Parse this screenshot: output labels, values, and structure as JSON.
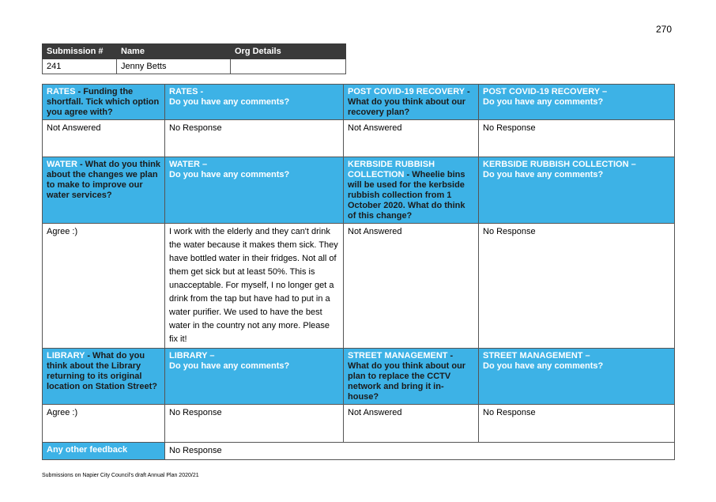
{
  "page_number": "270",
  "submission": {
    "headers": [
      "Submission #",
      "Name",
      "Org Details"
    ],
    "values": [
      "241",
      "Jenny Betts",
      ""
    ]
  },
  "rates": {
    "q1_topic": "RATES",
    "q1_text": " - Funding the shortfall. Tick which option you agree with?",
    "q1_answer": "Not Answered",
    "q2_topic": "RATES -",
    "q2_text": "Do you have any comments?",
    "q2_answer": "No Response"
  },
  "covid": {
    "q1_topic": "POST COVID-19 RECOVERY",
    "q1_text": " - What do you think about our recovery plan?",
    "q1_answer": "Not Answered",
    "q2_topic": "POST COVID-19 RECOVERY –",
    "q2_text": "Do you have any comments?",
    "q2_answer": "No Response"
  },
  "water": {
    "q1_topic": "WATER",
    "q1_text": " - What do you think about the changes we plan to make to improve our water services?",
    "q1_answer": "Agree :)",
    "q2_topic": "WATER –",
    "q2_text": "Do you have any comments?",
    "q2_answer": "I work with the elderly and they can't drink the water because it makes them sick. They have bottled water in their fridges. Not all of them get sick but at least 50%. This is unacceptable.  For myself, I no longer get a drink from the tap but have had to put in a water purifier.  We used to have the best water in the country not any more. Please fix it!"
  },
  "kerbside": {
    "q1_topic": "KERBSIDE RUBBISH COLLECTION",
    "q1_text": " - Wheelie bins will be used for the kerbside rubbish collection from 1 October 2020. What do think of this change?",
    "q1_answer": "Not Answered",
    "q2_topic": "KERBSIDE RUBBISH COLLECTION –",
    "q2_text": "Do you have any comments?",
    "q2_answer": "No Response"
  },
  "library": {
    "q1_topic": "LIBRARY",
    "q1_text": " - What do you think about the Library returning to its original location on Station Street?",
    "q1_answer": "Agree :)",
    "q2_topic": "LIBRARY –",
    "q2_text": "Do you have any comments?",
    "q2_answer": "No Response"
  },
  "street": {
    "q1_topic": "STREET MANAGEMENT",
    "q1_text": " - What do you think about our plan to replace the CCTV network and bring it in-house?",
    "q1_answer": "Not Answered",
    "q2_topic": "STREET MANAGEMENT –",
    "q2_text": "Do you have any comments?",
    "q2_answer": "No Response"
  },
  "other": {
    "label": "Any other feedback",
    "answer": "No Response"
  },
  "footer": "Submissions on Napier City Council's draft Annual Plan 2020/21",
  "colors": {
    "header_bg": "#3db2e6",
    "submission_header_bg": "#3a3a3a"
  }
}
